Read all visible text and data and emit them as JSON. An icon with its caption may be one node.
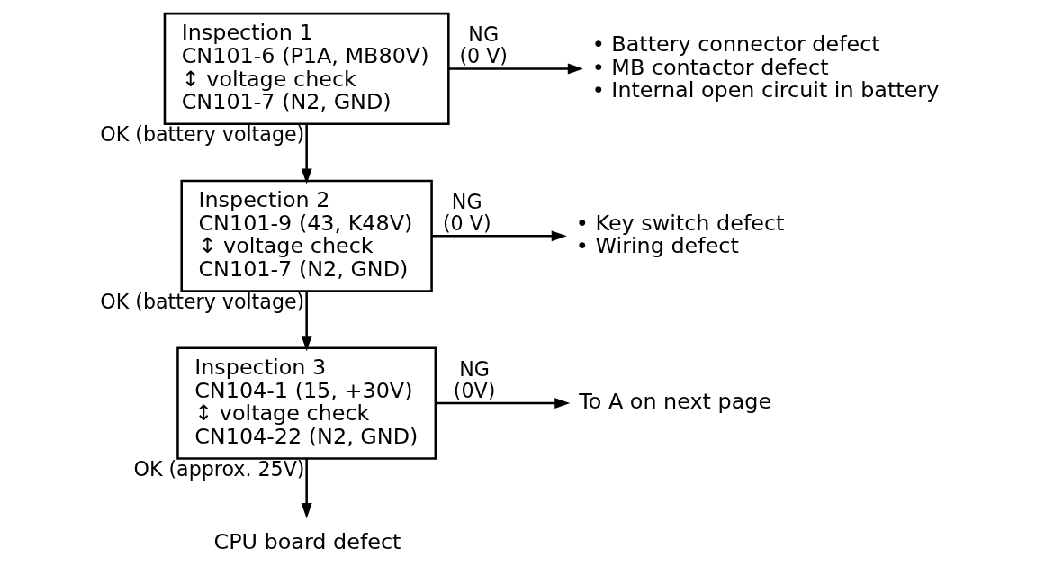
{
  "diagram": {
    "nodes": [
      {
        "text": [
          "Inspection 1",
          "CN101-6 (P1A, MB80V)",
          "↕ voltage check",
          "CN101-7 (N2, GND)"
        ]
      },
      {
        "text": [
          "• Battery connector defect",
          "• MB contactor defect",
          "• Internal open circuit in battery"
        ]
      },
      {
        "text": [
          "Inspection 2",
          "CN101-9 (43, K48V)",
          "↕ voltage check",
          "CN101-7 (N2, GND)"
        ]
      },
      {
        "text": [
          "• Key switch defect",
          "• Wiring defect"
        ]
      },
      {
        "text": [
          "Inspection 3",
          "CN104-1 (15, +30V)",
          "↕ voltage check",
          "CN104-22 (N2, GND)"
        ]
      },
      {
        "text": [
          "To A on next page"
        ]
      },
      {
        "text": [
          "CPU board defect"
        ]
      }
    ],
    "edges": [
      {
        "from": 0,
        "to": 1,
        "arrow": "to",
        "label": "NG (0 V)"
      },
      {
        "from": 0,
        "to": 2,
        "arrow": "to",
        "label": "OK (battery voltage)"
      },
      {
        "from": 2,
        "to": 3,
        "arrow": "to",
        "label": "NG (0 V)"
      },
      {
        "from": 2,
        "to": 4,
        "arrow": "to",
        "label": "OK (battery voltage)"
      },
      {
        "from": 4,
        "to": 5,
        "arrow": "to",
        "label": "NG (0V)"
      },
      {
        "from": 4,
        "to": 6,
        "arrow": "to",
        "label": "OK (approx. 25V)"
      }
    ]
  }
}
